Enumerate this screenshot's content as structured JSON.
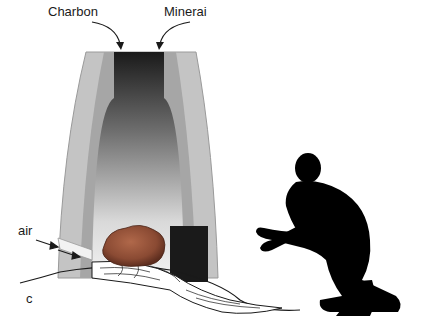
{
  "diagram": {
    "labels": [
      "Charbon",
      "Minerai",
      "air",
      "c"
    ]
  }
}
